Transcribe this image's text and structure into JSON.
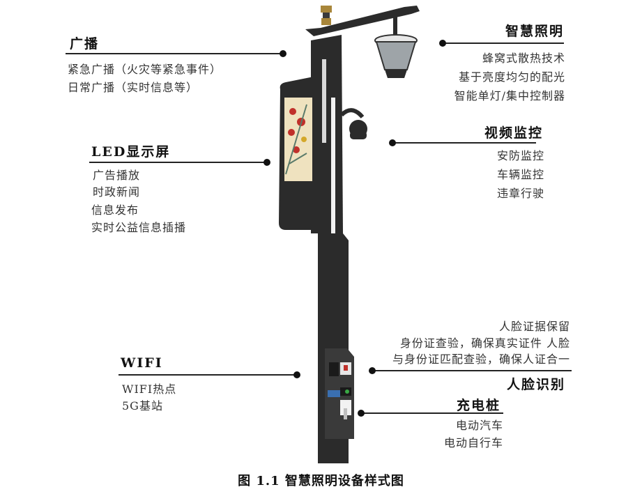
{
  "caption": "图 1.1  智慧照明设备样式图",
  "callouts": {
    "broadcast": {
      "title": "广播",
      "items": [
        "紧急广播（火灾等紧急事件）",
        "日常广播（实时信息等）"
      ]
    },
    "lighting": {
      "title": "智慧照明",
      "items": [
        "蜂窝式散热技术",
        "基于亮度均匀的配光",
        "智能单灯/集中控制器"
      ]
    },
    "led_screen": {
      "title": "LED显示屏",
      "items": [
        "广告播放",
        "时政新闻",
        "信息发布",
        "实时公益信息插播"
      ]
    },
    "video": {
      "title": "视频监控",
      "items": [
        "安防监控",
        "车辆监控",
        "违章行驶"
      ]
    },
    "face": {
      "title": "人脸识别",
      "items": [
        "人脸证据保留",
        "身份证查验，确保真实证件 人脸",
        "与身份证匹配查验，确保人证合一"
      ]
    },
    "wifi": {
      "title": "WIFI",
      "items": [
        "WIFI热点",
        "5G基站"
      ]
    },
    "charging": {
      "title": "充电桩",
      "items": [
        "电动汽车",
        "电动自行车"
      ]
    }
  },
  "colors": {
    "pole": "#2b2b2b",
    "brass": "#a8863a",
    "screen_bg": "#efe2bf",
    "blossom": "#c0302a"
  }
}
